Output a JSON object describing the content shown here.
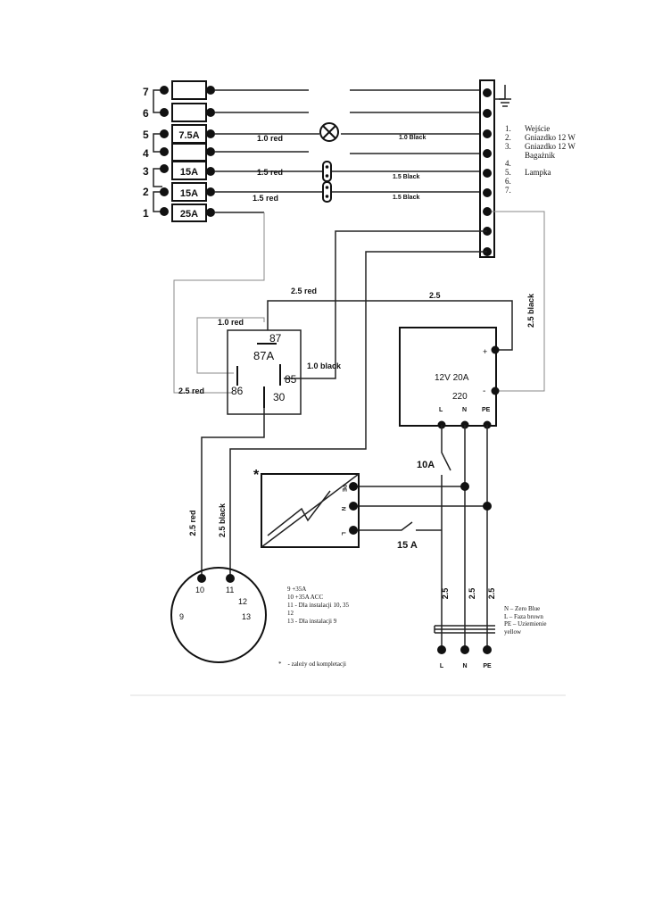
{
  "fuse_block": {
    "terminal_numbers": [
      "7",
      "6",
      "5",
      "4",
      "3",
      "2",
      "1"
    ],
    "fuse_ratings": [
      "",
      "",
      "7.5A",
      "",
      "15A",
      "15A",
      "25A"
    ]
  },
  "wires": {
    "w_10_red": "1.0 red",
    "w_10_black_lamp": "1.0 Black",
    "w_15_red_a": "1.5 red",
    "w_15_black_a": "1.5 Black",
    "w_15_red_b": "1.5 red",
    "w_15_black_b": "1.5 Black",
    "w_25_red_top": "2.5 red",
    "w_25_top": "2.5",
    "w_25_black_right": "2.5 black",
    "w_10_red_relay": "1.0 red",
    "w_10_black_relay": "1.0 black",
    "w_25_red_relay": "2.5 red",
    "w_25_red_vert": "2.5 red",
    "w_25_black_vert": "2.5 black",
    "w_25_L": "2.5",
    "w_25_N": "2.5",
    "w_25_PE": "2.5"
  },
  "terminal_legend": {
    "numbers": [
      "1.",
      "2.",
      "3.",
      "",
      "4.",
      "5.",
      "6.",
      "7."
    ],
    "labels": [
      "Wejście",
      "Gniazdko 12 W",
      "Gniazdko 12 W",
      "Bagażnik",
      "",
      "Lampka",
      "",
      ""
    ]
  },
  "relay": {
    "pin_87": "87",
    "pin_87a": "87A",
    "pin_85": "85",
    "pin_86": "86",
    "pin_30": "30"
  },
  "psu": {
    "plus": "+",
    "minus": "-",
    "rating": "12V 20A",
    "voltage": "220",
    "term_l": "L",
    "term_n": "N",
    "term_pe": "PE"
  },
  "charger": {
    "asterisk": "*",
    "term_pe": "PE",
    "term_n": "N",
    "term_l": "L"
  },
  "breakers": {
    "b_10a": "10A",
    "b_15a": "15 A"
  },
  "bottom_terminals": [
    "L",
    "N",
    "PE"
  ],
  "socket": {
    "pins": [
      "10",
      "11",
      "12",
      "9",
      "13"
    ]
  },
  "socket_legend": {
    "lines": [
      "9 +35A",
      "10 +35A ACC",
      "11 - Dla instalacji 10, 35",
      "12",
      "13 - Dla instalacji 9"
    ]
  },
  "wire_color_legend": {
    "lines": [
      "N – Zero Blue",
      "L – Faza brown",
      "PE – Uziemienie",
      "yellow"
    ]
  },
  "footnote": "*    - zależy od kompletacji"
}
